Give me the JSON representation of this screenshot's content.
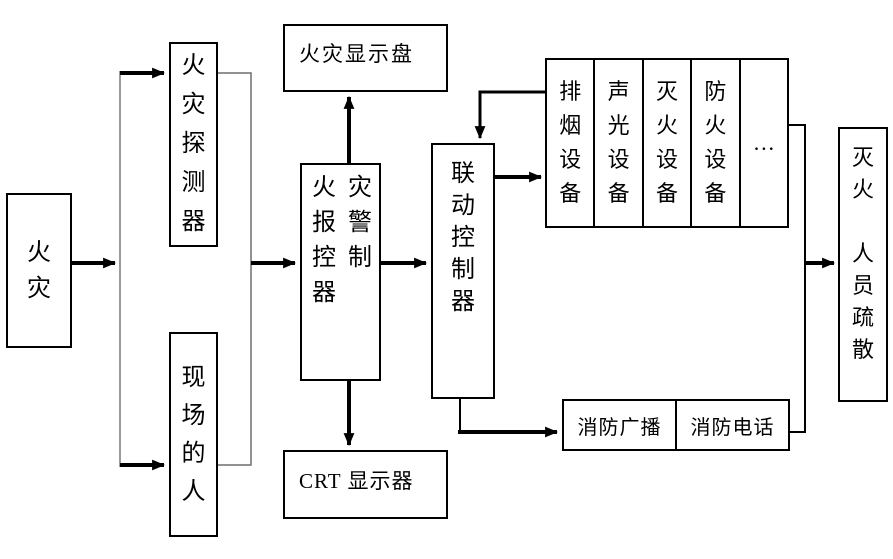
{
  "diagram": {
    "title_hint": "fire alarm and linkage control system flow diagram",
    "fire": "火\n灾",
    "fire_detector": "火\n灾\n探\n测\n器",
    "onsite_people": "现\n场\n的\n人",
    "fire_display_panel": "火灾显示盘",
    "fire_alarm_controller": "火 灾\n报 警\n控 制\n器",
    "crt_display": "CRT 显示器",
    "linkage_controller": "联\n动\n控\n制\n器",
    "equipment": [
      "排\n烟\n设\n备",
      "声\n光\n设\n备",
      "灭\n火\n设\n备",
      "防\n火\n设\n备",
      "…"
    ],
    "fire_broadcast": "消防广播",
    "fire_telephone": "消防电话",
    "outcome": "灭\n火\n\n人\n员\n疏\n散"
  },
  "colors": {
    "background": "#ffffff",
    "box_border": "#000000",
    "text": "#000000",
    "arrow": "#000000",
    "thin_line": "#7a7a7a"
  }
}
